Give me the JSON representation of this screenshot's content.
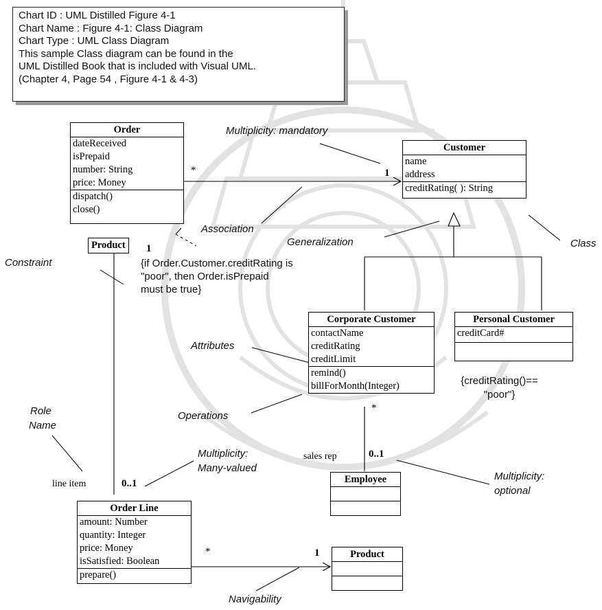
{
  "info": [
    "Chart ID : UML Distilled Figure 4-1",
    "Chart Name : Figure 4-1: Class Diagram",
    "Chart Type : UML Class Diagram",
    "This sample Class diagram can be found in the",
    "UML Distilled Book that is included with Visual UML.",
    "(Chapter 4, Page 54 , Figure 4-1 & 4-3)"
  ],
  "classes": {
    "order": {
      "name": "Order",
      "attributes": [
        "dateReceived",
        "isPrepaid",
        "number: String",
        "price: Money"
      ],
      "operations": [
        "dispatch()",
        "close()"
      ]
    },
    "customer": {
      "name": "Customer",
      "attributes": [
        "name",
        "address"
      ],
      "operations": [
        "creditRating( ): String"
      ]
    },
    "corporate_customer": {
      "name": "Corporate Customer",
      "attributes": [
        "contactName",
        "creditRating",
        "creditLimit"
      ],
      "operations": [
        "remind()",
        "billForMonth(Integer)"
      ]
    },
    "personal_customer": {
      "name": "Personal Customer",
      "attributes": [
        "creditCard#"
      ],
      "operations": []
    },
    "employee": {
      "name": "Employee"
    },
    "order_line": {
      "name": "Order Line",
      "attributes": [
        "amount: Number",
        "quantity: Integer",
        "price: Money",
        "isSatisfied: Boolean"
      ],
      "operations": [
        "prepare()"
      ]
    },
    "product": {
      "name": "Product"
    }
  },
  "qualifier": {
    "label": "Product"
  },
  "annotations": {
    "multiplicity_mandatory": "Multiplicity: mandatory",
    "association": "Association",
    "generalization": "Generalization",
    "class": "Class",
    "constraint": "Constraint",
    "attributes": "Attributes",
    "operations": "Operations",
    "role_name_1": "Role",
    "role_name_2": "Name",
    "multiplicity_many_1": "Multiplicity:",
    "multiplicity_many_2": "Many-valued",
    "multiplicity_optional_1": "Multiplicity:",
    "multiplicity_optional_2": "optional",
    "navigability": "Navigability"
  },
  "constraints": {
    "order_prepaid": [
      "{if Order.Customer.creditRating is",
      "\"poor\", then Order.isPrepaid",
      "must be true}"
    ],
    "personal_credit": [
      "{creditRating()==",
      "\"poor\"}"
    ]
  },
  "multiplicities": {
    "order_customer_order_end": "*",
    "order_customer_customer_end": "1",
    "order_qualifier_end": "1",
    "corporate_employee_corporate_end": "*",
    "corporate_employee_employee_end": "0..1",
    "orderline_order_end": "0..1",
    "orderline_product_line_end": "*",
    "orderline_product_product_end": "1"
  },
  "roles": {
    "sales_rep": "sales rep",
    "line_item": "line item"
  }
}
